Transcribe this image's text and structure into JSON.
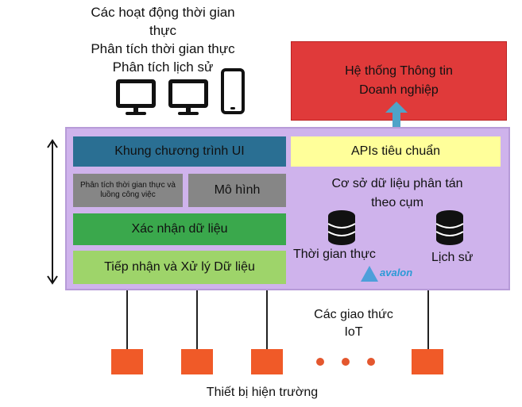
{
  "top_labels": {
    "line1": "Các hoạt động thời gian",
    "line2": "thực",
    "line3": "Phân tích thời gian thực",
    "line4": "Phân tích lịch sử"
  },
  "enterprise": {
    "line1": "Hệ thống Thông tin",
    "line2": "Doanh nghiệp"
  },
  "platform": {
    "ui_framework": "Khung chương trình UI",
    "realtime_workflow": "Phân tích thời gian thực và luồng công việc",
    "model": "Mô hình",
    "data_validation": "Xác nhận dữ liệu",
    "ingest": "Tiếp nhận và Xử lý Dữ liệu",
    "apis": "APIs tiêu chuẩn",
    "db_title_line1": "Cơ sở dữ liệu phân tán",
    "db_title_line2": "theo cụm",
    "db_realtime": "Thời gian thực",
    "db_history": "Lịch sử",
    "logo": "avalon"
  },
  "iot": {
    "line1": "Các giao thức",
    "line2": "IoT"
  },
  "field_devices": "Thiết bị hiện trường",
  "colors": {
    "enterprise": "#e03a3a",
    "platform_bg": "#cfb3ec",
    "ui_box": "#2a6f93",
    "gray_box": "#868686",
    "validation": "#3aa84c",
    "ingest": "#9ed46a",
    "apis": "#ffff9a",
    "device": "#f05a28",
    "arrow": "#4fa3c8"
  }
}
